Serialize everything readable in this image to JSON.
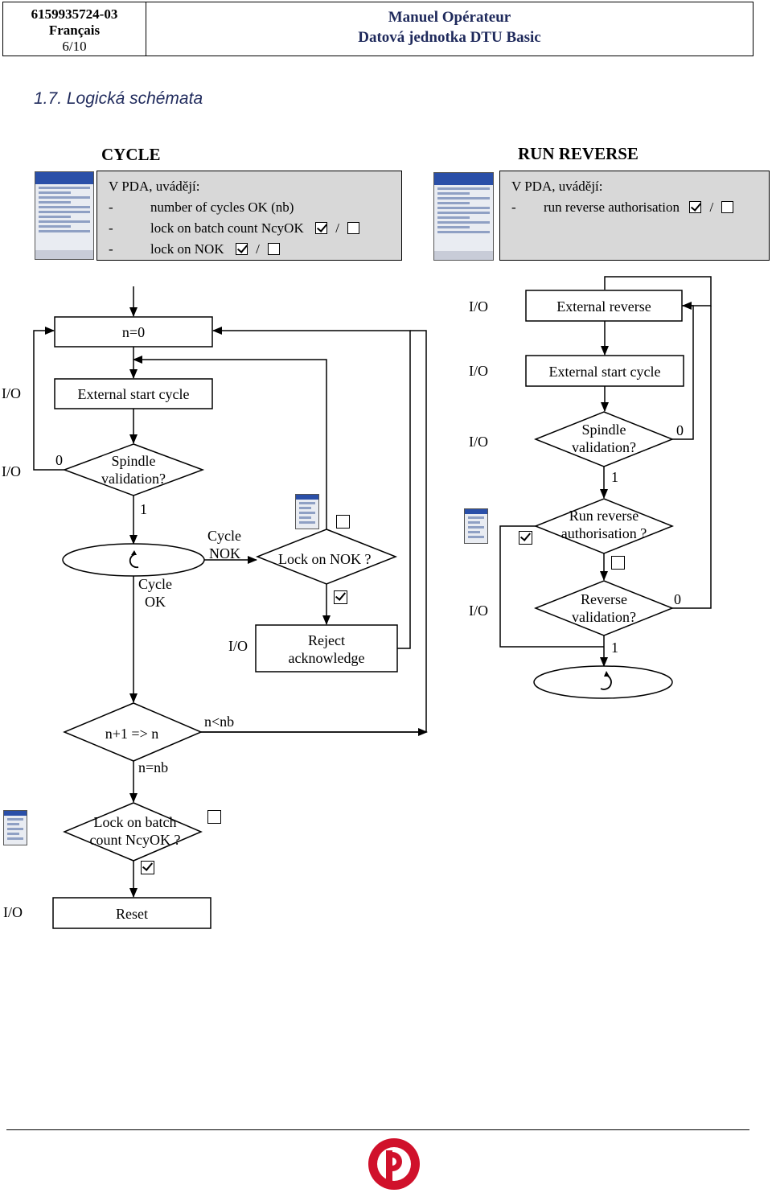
{
  "header": {
    "doc_number": "6159935724-03",
    "language": "Français",
    "page": "6/10",
    "title_line1": "Manuel Opérateur",
    "title_line2": "Datová jednotka DTU Basic"
  },
  "section_title": "1.7. Logická schémata",
  "cycle": {
    "title": "CYCLE",
    "pda_intro": "V PDA, uvádějí:",
    "items": [
      {
        "dash": "-",
        "text": "number of cycles OK (nb)"
      },
      {
        "dash": "-",
        "text": "lock on batch count NcyOK"
      },
      {
        "dash": "-",
        "text": "lock on NOK"
      }
    ],
    "slash": "/"
  },
  "run_reverse": {
    "title": "RUN REVERSE",
    "pda_intro": "V PDA, uvádějí:",
    "items": [
      {
        "dash": "-",
        "text": "run reverse authorisation"
      }
    ],
    "slash": "/"
  },
  "flow_left": {
    "n0": "n=0",
    "io_ext_start": "I/O",
    "ext_start": "External start cycle",
    "io_spindle": "I/O",
    "zero": "0",
    "spindle_l1": "Spindle",
    "spindle_l2": "validation?",
    "one": "1",
    "cycle_ok_l1": "Cycle",
    "cycle_ok_l2": "OK",
    "cycle_nok_l1": "Cycle",
    "cycle_nok_l2": "NOK",
    "lock_nok": "Lock on NOK ?",
    "io_reject": "I/O",
    "reject_l1": "Reject",
    "reject_l2": "acknowledge",
    "count_expr": "n+1 => n",
    "n_lt_nb": "n<nb",
    "n_eq_nb": "n=nb",
    "lock_batch_l1": "Lock on batch",
    "lock_batch_l2": "count NcyOK ?",
    "io_reset": "I/O",
    "reset": "Reset"
  },
  "flow_right": {
    "io_ext_rev": "I/O",
    "ext_reverse": "External reverse",
    "io_ext_start": "I/O",
    "ext_start": "External start cycle",
    "io_spindle": "I/O",
    "spindle_l1": "Spindle",
    "spindle_l2": "validation?",
    "zero_a": "0",
    "one_a": "1",
    "run_rev_l1": "Run reverse",
    "run_rev_l2": "authorisation ?",
    "io_reverse": "I/O",
    "reverse_l1": "Reverse",
    "reverse_l2": "validation?",
    "zero_b": "0",
    "one_b": "1"
  }
}
